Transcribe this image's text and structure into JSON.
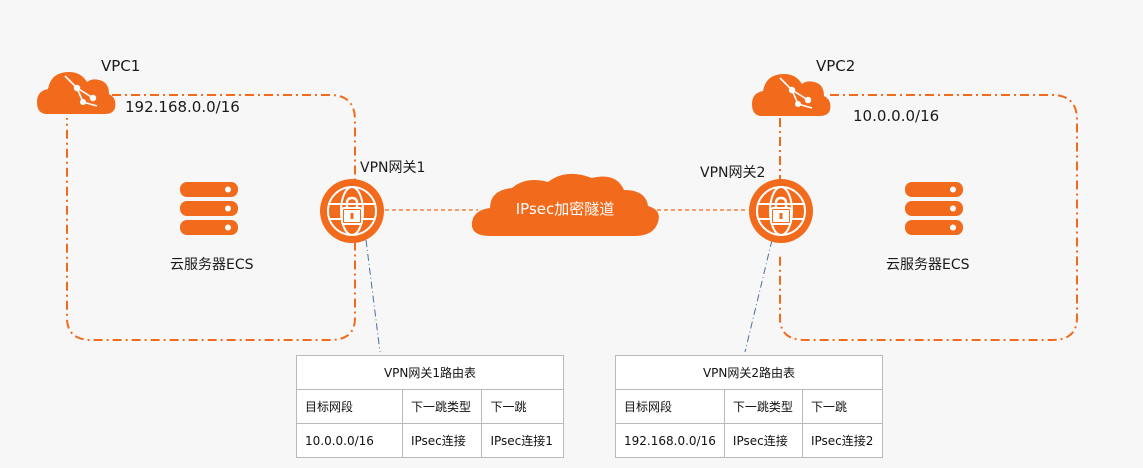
{
  "vpc1": {
    "name": "VPC1",
    "cidr": "192.168.0.0/16",
    "ecs_label": "云服务器ECS",
    "gateway_label": "VPN网关1"
  },
  "vpc2": {
    "name": "VPC2",
    "cidr": "10.0.0.0/16",
    "ecs_label": "云服务器ECS",
    "gateway_label": "VPN网关2"
  },
  "tunnel": {
    "label": "IPsec加密隧道"
  },
  "route_table_1": {
    "title": "VPN网关1路由表",
    "headers": [
      "目标网段",
      "下一跳类型",
      "下一跳"
    ],
    "row": [
      "10.0.0.0/16",
      "IPsec连接",
      "IPsec连接1"
    ]
  },
  "route_table_2": {
    "title": "VPN网关2路由表",
    "headers": [
      "目标网段",
      "下一跳类型",
      "下一跳"
    ],
    "row": [
      "192.168.0.0/16",
      "IPsec连接",
      "IPsec连接2"
    ]
  },
  "colors": {
    "accent": "#f26b1d",
    "link_line": "#4a6fa5",
    "table_border": "#b9b9b9"
  },
  "icons": [
    "cloud-network-icon",
    "server-icon",
    "vpn-gateway-lock-icon",
    "cloud-icon"
  ]
}
